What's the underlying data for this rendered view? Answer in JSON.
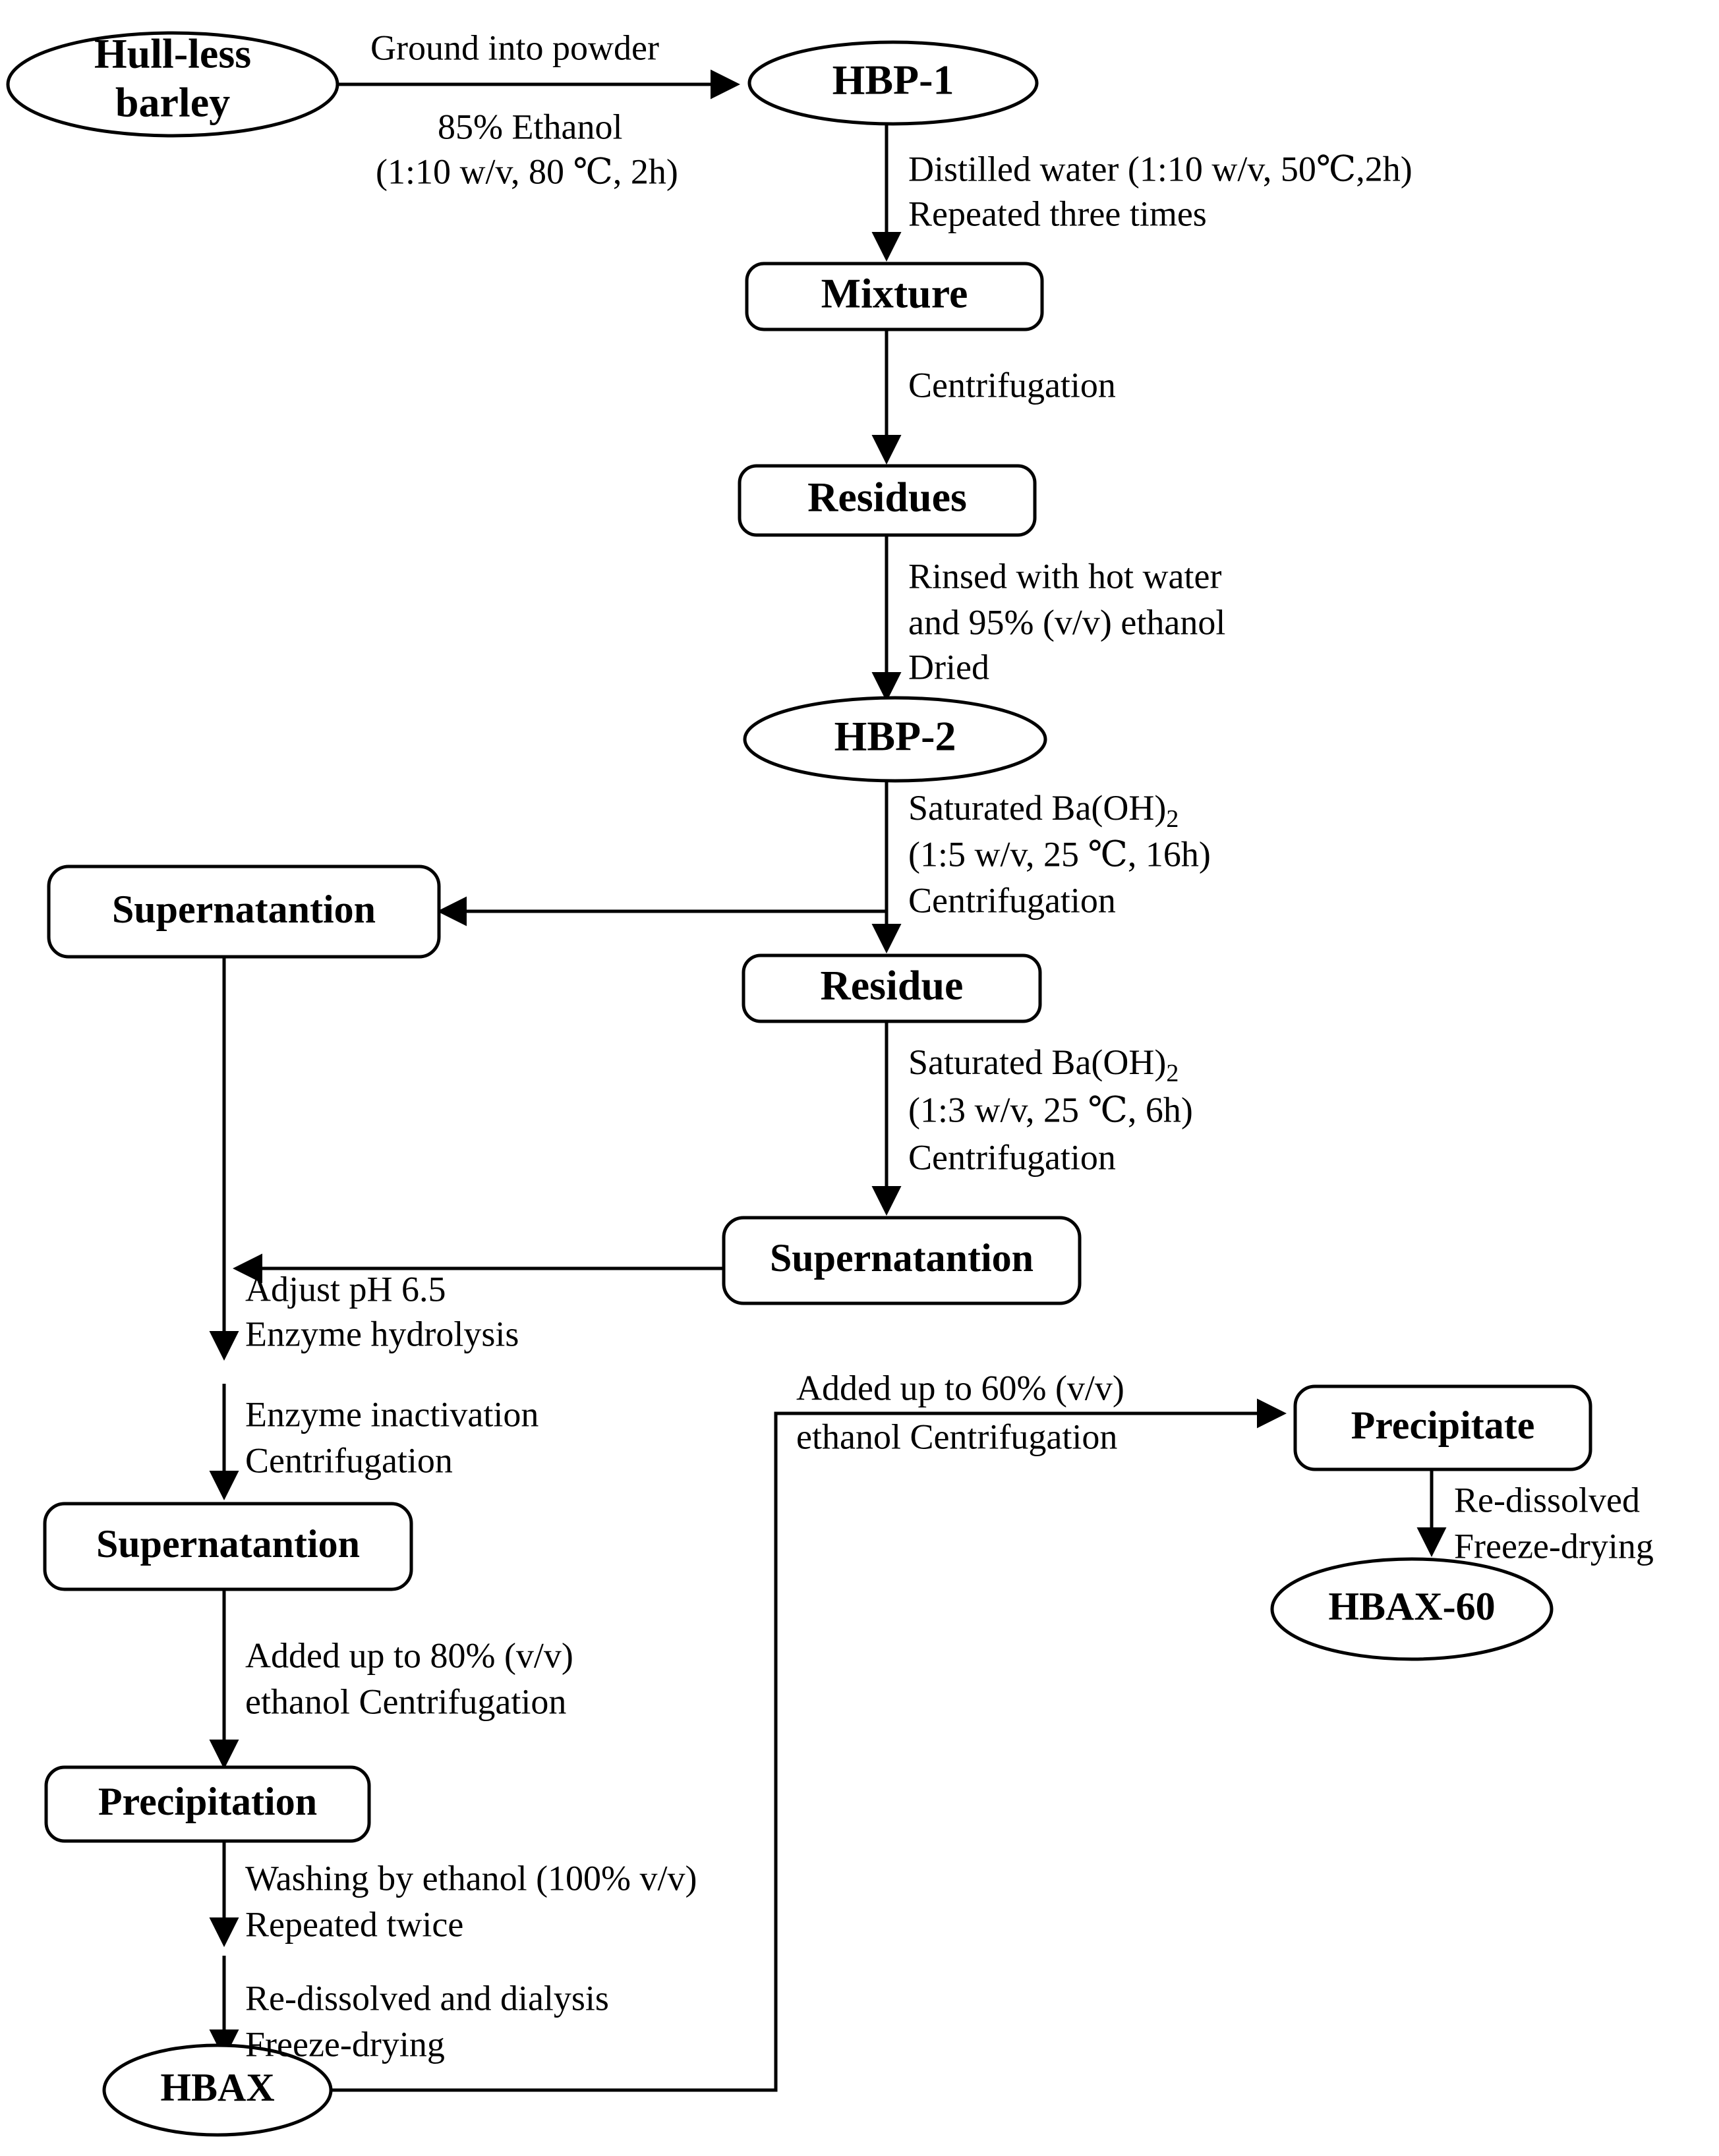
{
  "diagram": {
    "title": "Hull-less barley arabinoxylan extraction flowchart",
    "stroke_color": "#000000",
    "fill_color": "#ffffff",
    "background": "#ffffff"
  },
  "nodes": {
    "hull_less_barley_line1": "Hull-less",
    "hull_less_barley_line2": "barley",
    "hbp1": "HBP-1",
    "mixture": "Mixture",
    "residues": "Residues",
    "hbp2": "HBP-2",
    "supernatantion_1": "Supernatantion",
    "residue": "Residue",
    "supernatantion_2": "Supernatantion",
    "supernatantion_3": "Supernatantion",
    "precipitation": "Precipitation",
    "hbax": "HBAX",
    "precipitate": "Precipitate",
    "hbax60": "HBAX-60"
  },
  "edge_labels": {
    "grind_l1": "Ground into powder",
    "grind_l2": "85% Ethanol",
    "grind_l3": "(1:10 w/v, 80 ℃, 2h)",
    "water_l1": "Distilled water (1:10 w/v, 50℃,2h)",
    "water_l2": "Repeated three times",
    "centrifugation_1": "Centrifugation",
    "rinse_l1": "Rinsed with hot water",
    "rinse_l2": "and 95% (v/v) ethanol",
    "rinse_l3": "Dried",
    "baoh_1_l1_prefix": "Saturated Ba(OH)",
    "baoh_1_l1_sub": "2",
    "baoh_1_l2": "(1:5 w/v, 25 ℃, 16h)",
    "baoh_1_l3": "Centrifugation",
    "baoh_2_l1_prefix": "Saturated Ba(OH)",
    "baoh_2_l1_sub": "2",
    "baoh_2_l2": "(1:3 w/v, 25 ℃, 6h)",
    "baoh_2_l3": "Centrifugation",
    "enzyme_l1": "Adjust pH 6.5",
    "enzyme_l2": "Enzyme hydrolysis",
    "inactivation_l1": "Enzyme inactivation",
    "inactivation_l2": "Centrifugation",
    "eth80_l1": "Added up to 80% (v/v)",
    "eth80_l2": "ethanol Centrifugation",
    "wash_l1": "Washing by ethanol (100% v/v)",
    "wash_l2": "Repeated twice",
    "redissolve_l1": "Re-dissolved and dialysis",
    "redissolve_l2": "Freeze-drying",
    "eth60_l1": "Added up to 60% (v/v)",
    "eth60_l2": "ethanol Centrifugation",
    "redissolve2_l1": "Re-dissolved",
    "redissolve2_l2": "Freeze-drying"
  }
}
